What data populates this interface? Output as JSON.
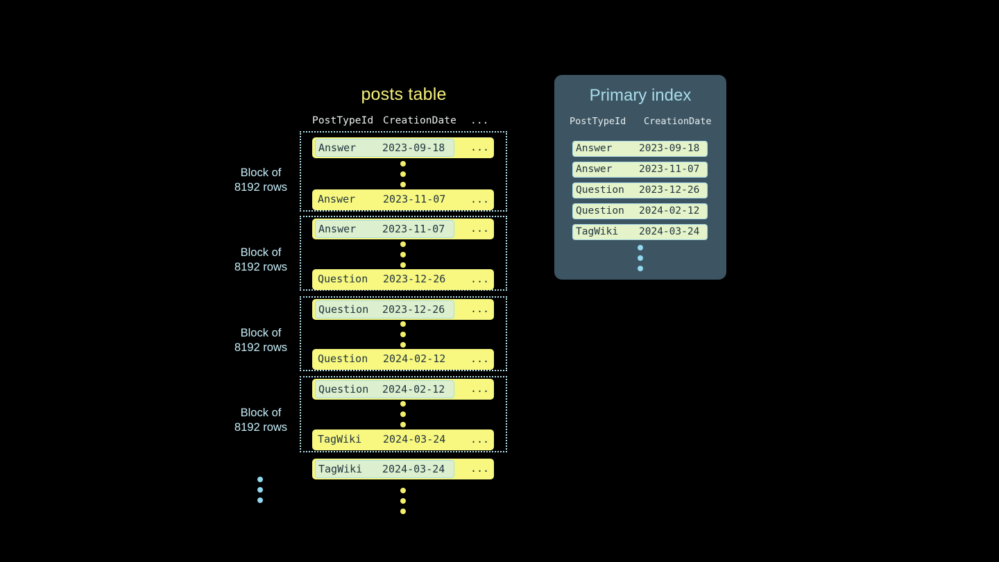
{
  "diagram": {
    "background": "#000000",
    "accent_yellow": "#f8f880",
    "accent_blue": "#a9dcec",
    "highlight_green": "#dcf0cf",
    "panel_slate": "#3d5562"
  },
  "posts_table": {
    "title": "posts table",
    "columns": [
      "PostTypeId",
      "CreationDate",
      "..."
    ],
    "block_label_line1": "Block of",
    "block_label_line2": "8192 rows",
    "blocks": [
      {
        "label_line1": "Block of",
        "label_line2": "8192 rows",
        "first_row": {
          "post_type": "Answer",
          "creation_date": "2023-09-18",
          "more": "...",
          "highlighted": true
        },
        "last_row": {
          "post_type": "Answer",
          "creation_date": "2023-11-07",
          "more": "...",
          "highlighted": false
        }
      },
      {
        "label_line1": "Block of",
        "label_line2": "8192 rows",
        "first_row": {
          "post_type": "Answer",
          "creation_date": "2023-11-07",
          "more": "...",
          "highlighted": true
        },
        "last_row": {
          "post_type": "Question",
          "creation_date": "2023-12-26",
          "more": "...",
          "highlighted": false
        }
      },
      {
        "label_line1": "Block of",
        "label_line2": "8192 rows",
        "first_row": {
          "post_type": "Question",
          "creation_date": "2023-12-26",
          "more": "...",
          "highlighted": true
        },
        "last_row": {
          "post_type": "Question",
          "creation_date": "2024-02-12",
          "more": "...",
          "highlighted": false
        }
      },
      {
        "label_line1": "Block of",
        "label_line2": "8192 rows",
        "first_row": {
          "post_type": "Question",
          "creation_date": "2024-02-12",
          "more": "...",
          "highlighted": true
        },
        "last_row": {
          "post_type": "TagWiki",
          "creation_date": "2024-03-24",
          "more": "...",
          "highlighted": false
        }
      }
    ],
    "trailing_row": {
      "post_type": "TagWiki",
      "creation_date": "2024-03-24",
      "more": "...",
      "highlighted": true
    }
  },
  "primary_index": {
    "title": "Primary index",
    "columns": [
      "PostTypeId",
      "CreationDate"
    ],
    "rows": [
      {
        "post_type": "Answer",
        "creation_date": "2023-09-18"
      },
      {
        "post_type": "Answer",
        "creation_date": "2023-11-07"
      },
      {
        "post_type": "Question",
        "creation_date": "2023-12-26"
      },
      {
        "post_type": "Question",
        "creation_date": "2024-02-12"
      },
      {
        "post_type": "TagWiki",
        "creation_date": "2024-03-24"
      }
    ]
  }
}
